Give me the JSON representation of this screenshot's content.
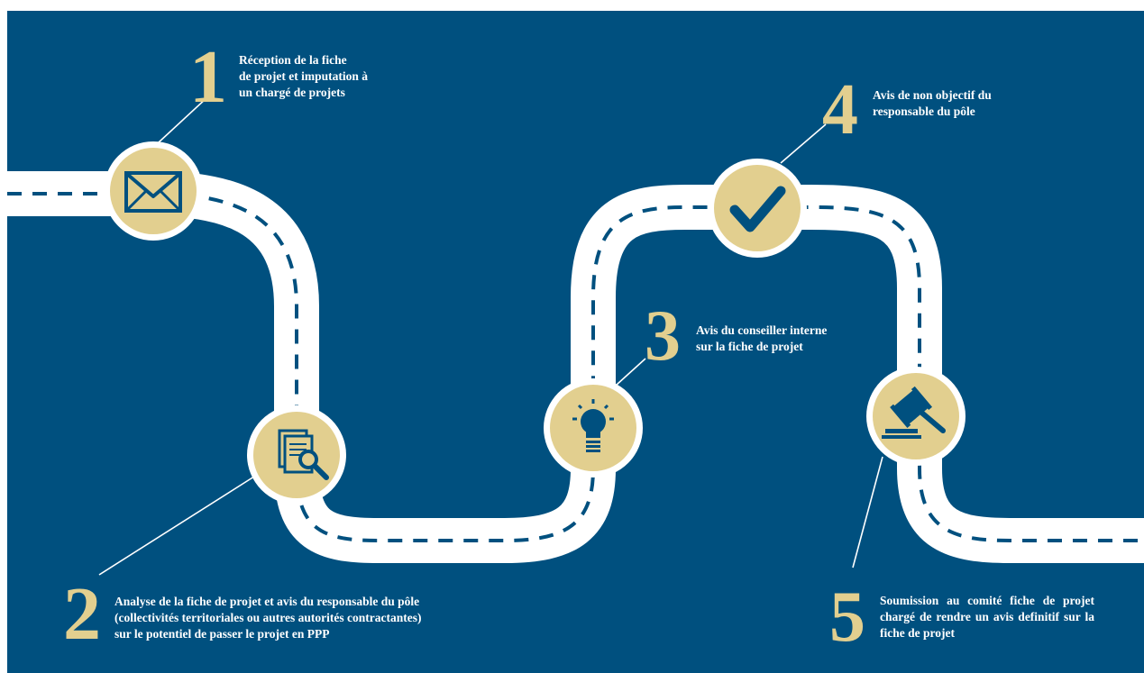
{
  "colors": {
    "background": "#00507f",
    "road": "#ffffff",
    "dash": "#00507f",
    "marker": "#e2cf8f",
    "number": "#e2cf8f",
    "text": "#ffffff"
  },
  "steps": [
    {
      "number": "1",
      "icon": "envelope-icon",
      "text": "Réception de la fiche\nde projet et imputation à\nun chargé de projets"
    },
    {
      "number": "2",
      "icon": "document-search-icon",
      "text": "Analyse de la fiche de projet et avis du responsable du pôle\n(collectivités territoriales ou autres autorités contractantes)\nsur le potentiel de passer le projet en PPP"
    },
    {
      "number": "3",
      "icon": "lightbulb-icon",
      "text": "Avis du conseiller interne\nsur la fiche de projet"
    },
    {
      "number": "4",
      "icon": "checkmark-icon",
      "text": "Avis de non objectif du\nresponsable du pôle"
    },
    {
      "number": "5",
      "icon": "gavel-icon",
      "text": "Soumission au comité fiche de projet chargé de rendre un avis definitif sur la fiche de projet"
    }
  ]
}
